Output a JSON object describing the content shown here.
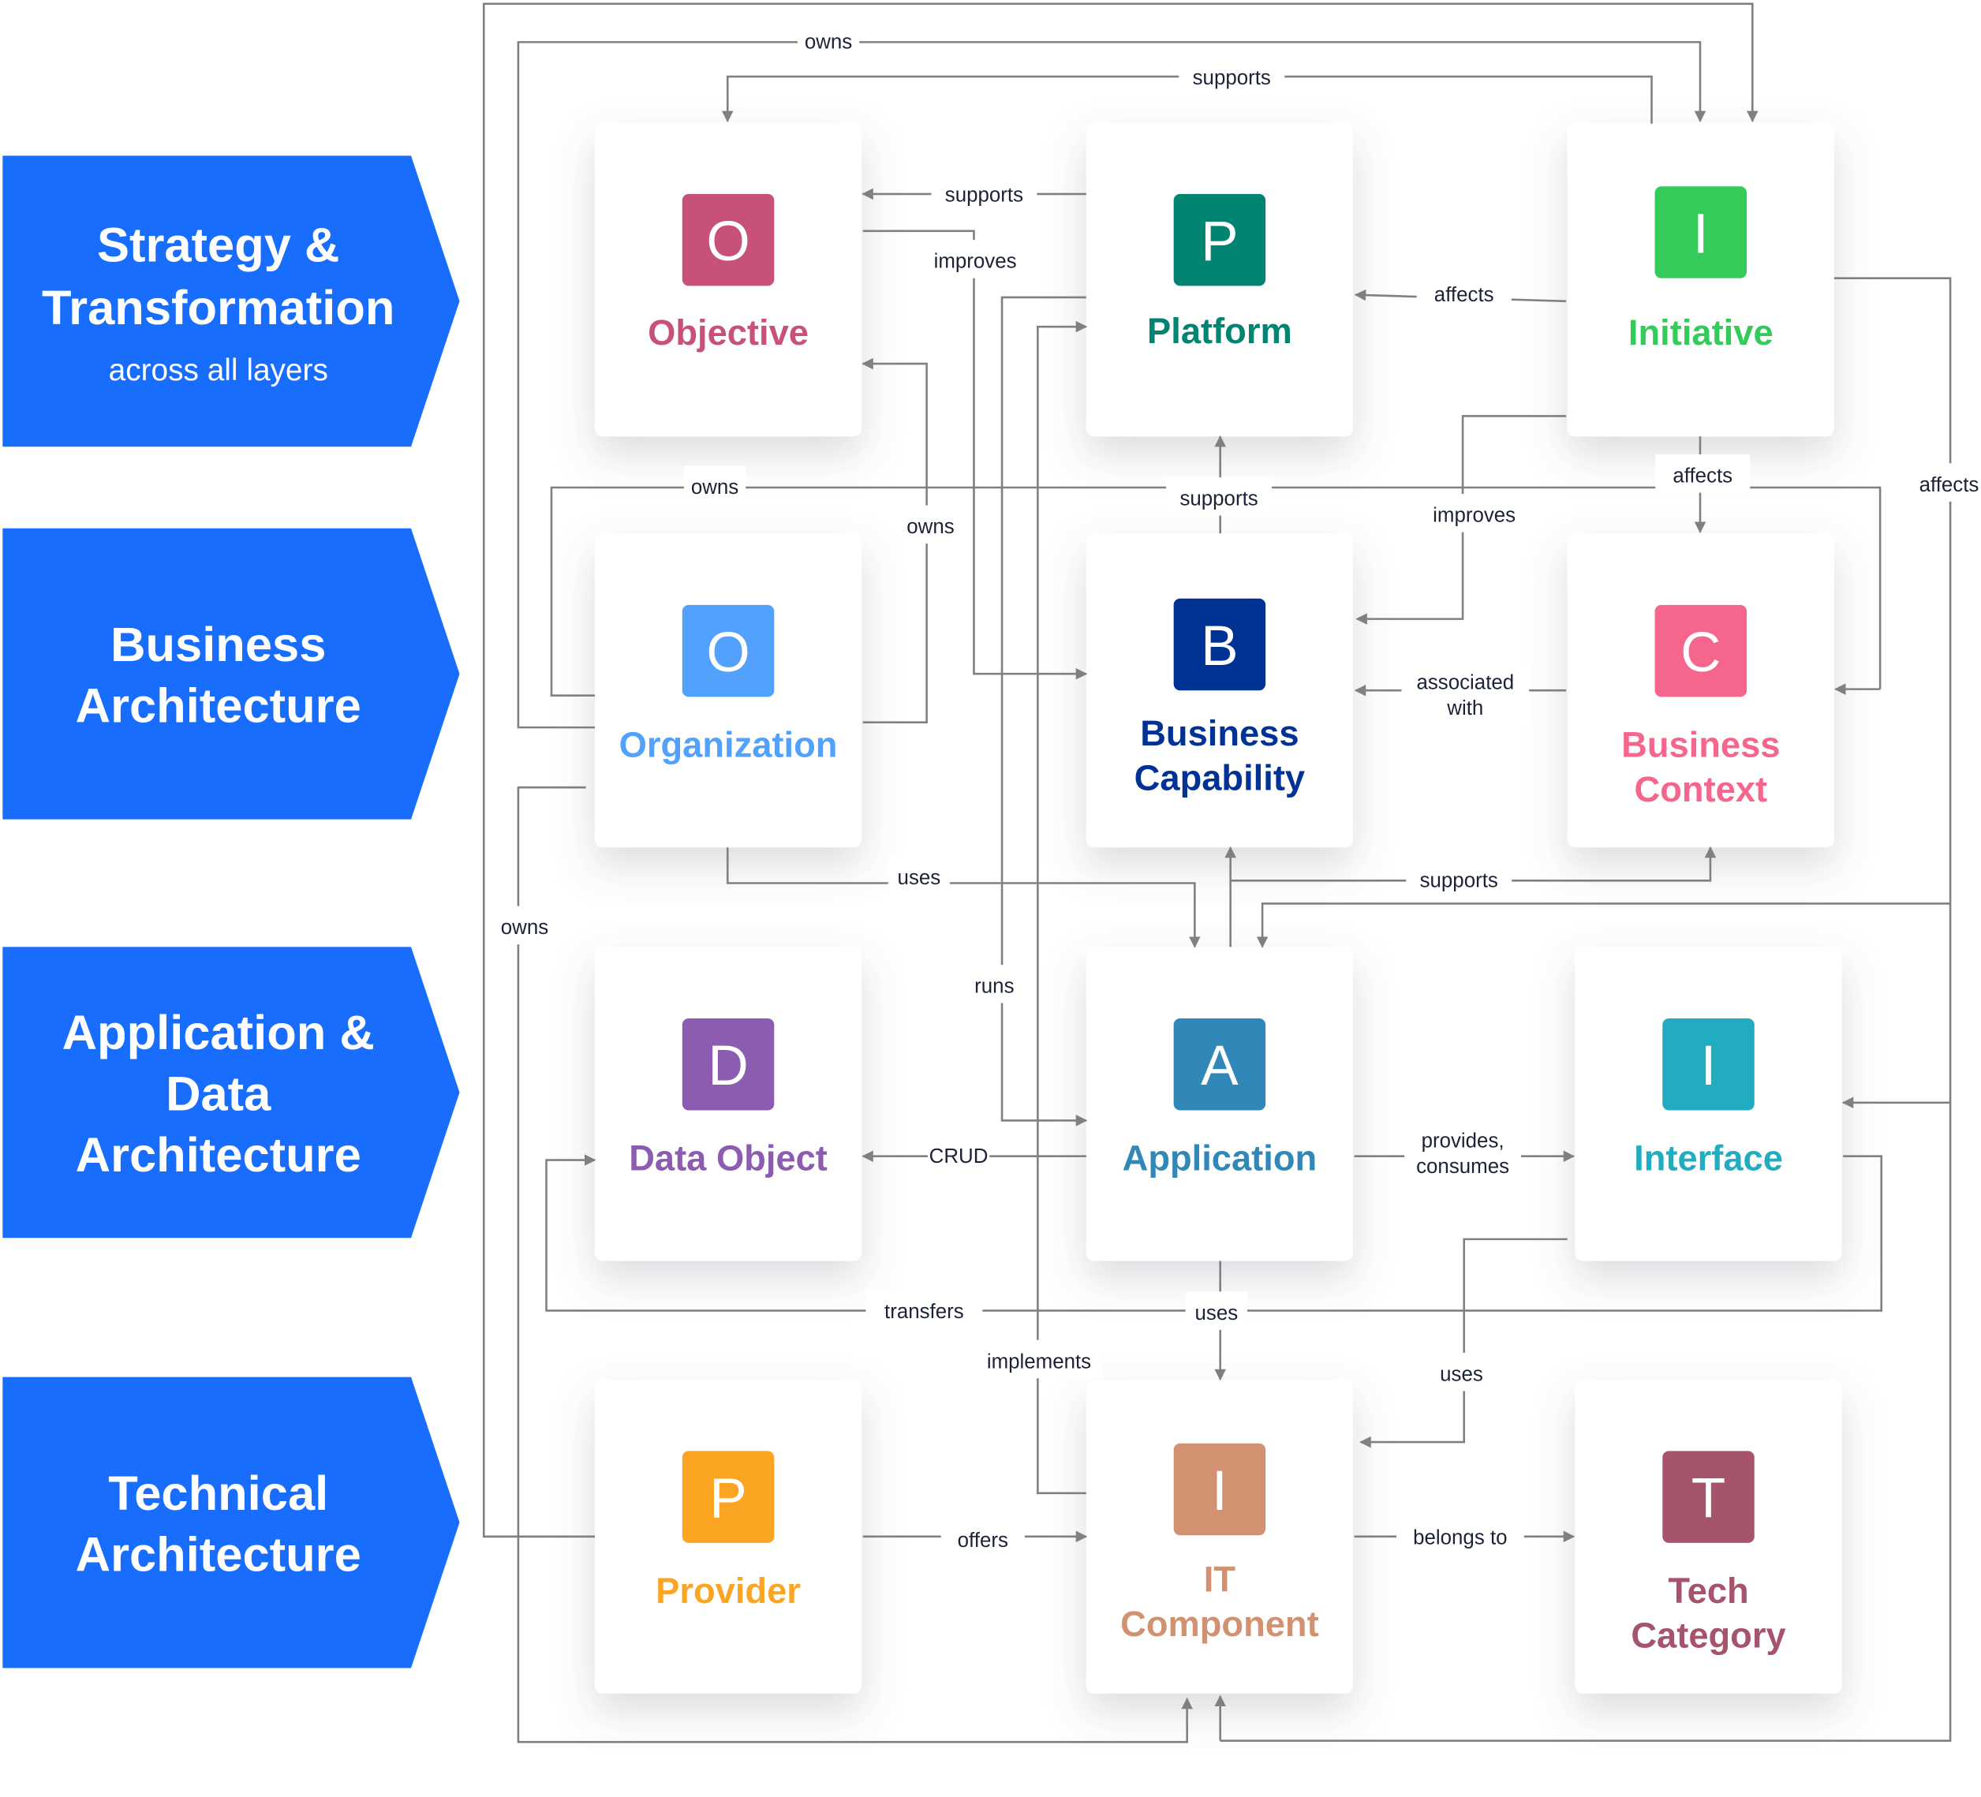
{
  "colors": {
    "lane_blue": "#196DFD",
    "edge_gray": "#808080",
    "label_text": "#1B2236"
  },
  "lanes": [
    {
      "lines": [
        "Strategy &",
        "Transformation"
      ],
      "subtitle": "across all layers"
    },
    {
      "lines": [
        "Business",
        "Architecture"
      ]
    },
    {
      "lines": [
        "Application &",
        "Data",
        "Architecture"
      ]
    },
    {
      "lines": [
        "Technical",
        "Architecture"
      ]
    }
  ],
  "cards": {
    "objective": {
      "letter": "O",
      "name": [
        "Objective"
      ],
      "color": "#C7517B"
    },
    "platform": {
      "letter": "P",
      "name": [
        "Platform"
      ],
      "color": "#028472"
    },
    "initiative": {
      "letter": "I",
      "name": [
        "Initiative"
      ],
      "color": "#35CB5A"
    },
    "organization": {
      "letter": "O",
      "name": [
        "Organization"
      ],
      "color": "#52A1FD"
    },
    "capability": {
      "letter": "B",
      "name": [
        "Business",
        "Capability"
      ],
      "color": "#003296"
    },
    "context": {
      "letter": "C",
      "name": [
        "Business",
        "Context"
      ],
      "color": "#F6658C"
    },
    "dataobject": {
      "letter": "D",
      "name": [
        "Data Object"
      ],
      "color": "#8C5CB0"
    },
    "application": {
      "letter": "A",
      "name": [
        "Application"
      ],
      "color": "#3187B7"
    },
    "interface": {
      "letter": "I",
      "name": [
        "Interface"
      ],
      "color": "#21ADBF"
    },
    "provider": {
      "letter": "P",
      "name": [
        "Provider"
      ],
      "color": "#FBA523"
    },
    "itcomponent": {
      "letter": "I",
      "name": [
        "IT",
        "Component"
      ],
      "color": "#D29272"
    },
    "techcategory": {
      "letter": "T",
      "name": [
        "Tech",
        "Category"
      ],
      "color": "#A6546C"
    }
  },
  "edge_labels": {
    "org_owns_initiative": "owns",
    "platform_supports_objective_top": "supports",
    "platform_supports_objective": "supports",
    "objective_improves_capability": "improves",
    "initiative_affects_platform": "affects",
    "org_owns_platform": "owns",
    "capability_supports_platform": "supports",
    "org_owns_objective": "owns",
    "initiative_affects_context": "affects",
    "initiative_improves_capability": "improves",
    "initiative_affects_right": "affects",
    "context_associated_capability": [
      "associated",
      "with"
    ],
    "org_uses_application": "uses",
    "application_supports_context": "supports",
    "org_owns_provider": "owns",
    "itcomponent_runs_application": "runs",
    "application_crud_dataobject": "CRUD",
    "application_provides_interface": [
      "provides,",
      "consumes"
    ],
    "interface_transfers_dataobject": "transfers",
    "application_uses_itcomponent": "uses",
    "itcomponent_implements_platform": "implements",
    "interface_uses_itcomponent": "uses",
    "provider_offers_itcomponent": "offers",
    "itcomponent_belongs_techcategory": "belongs to"
  }
}
